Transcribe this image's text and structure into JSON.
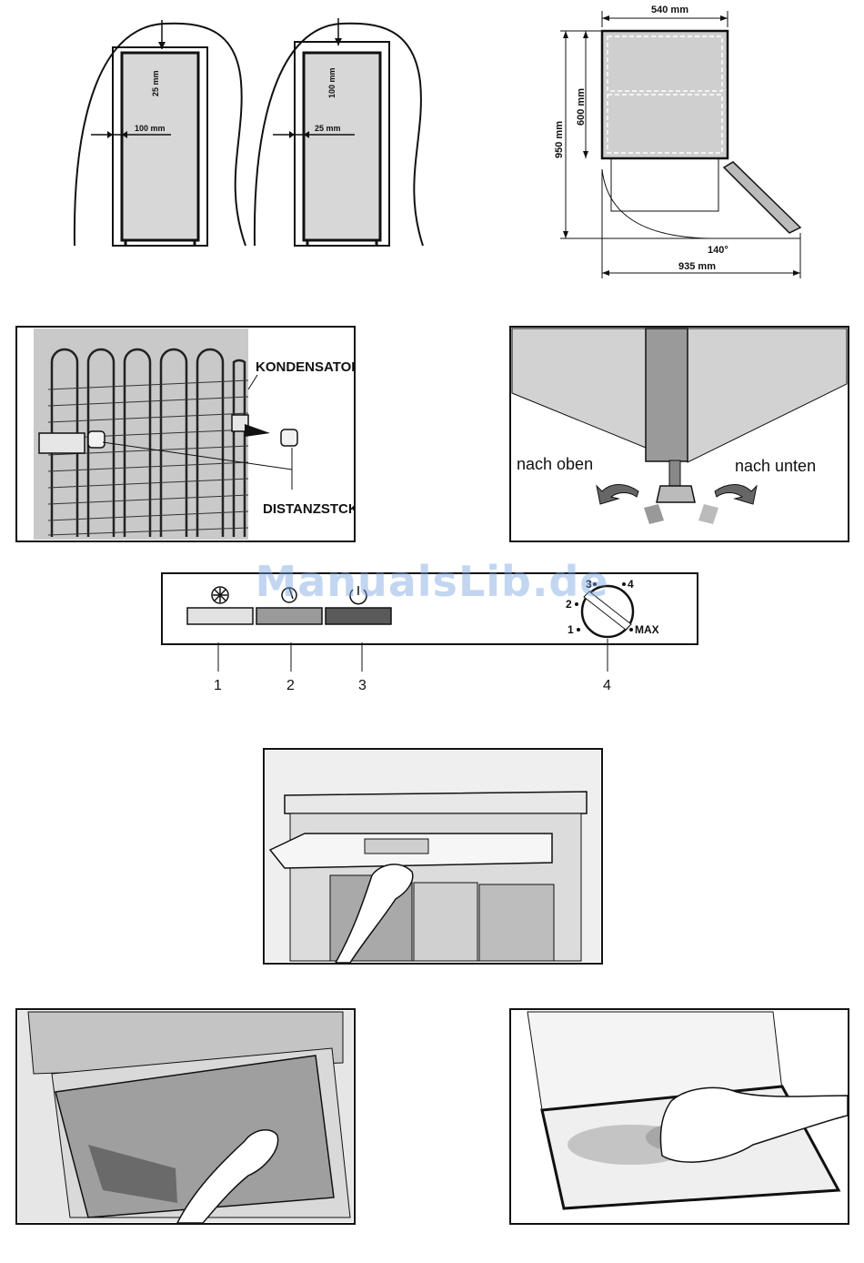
{
  "clearance": {
    "left": {
      "top_gap": "25 mm",
      "side_gap": "100 mm"
    },
    "right": {
      "top_gap": "100 mm",
      "side_gap": "25 mm"
    }
  },
  "dimensions": {
    "width": "540 mm",
    "depth": "600 mm",
    "height": "950 mm",
    "angle": "140°",
    "total_depth": "935 mm"
  },
  "condenser": {
    "label_condenser": "KONDENSATOR",
    "label_spacer": "DISTANZSTCK"
  },
  "feet": {
    "label_up": "nach oben",
    "label_down": "nach unten"
  },
  "control_panel": {
    "dial_marks": [
      "1",
      "2",
      "3",
      "4",
      "MAX"
    ],
    "callouts": [
      "1",
      "2",
      "3",
      "4"
    ],
    "colors": {
      "button1": "#e2e2e2",
      "button2": "#9a9a9a",
      "button3": "#5a5a5a"
    }
  },
  "watermark": "ManualsLib.de"
}
